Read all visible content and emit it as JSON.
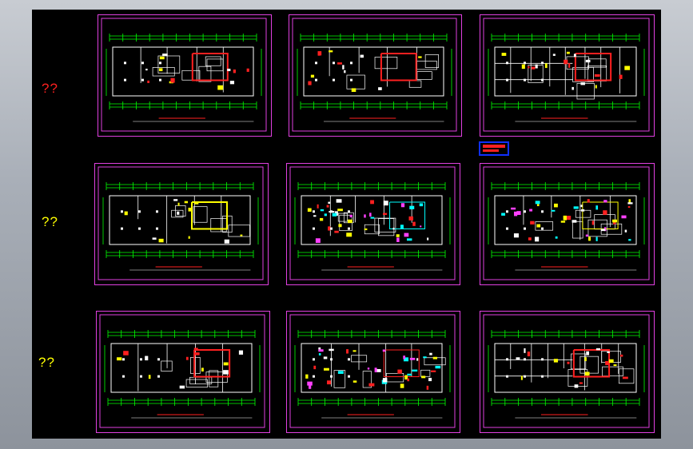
{
  "row_labels": [
    {
      "text": "??",
      "color": "#ff2020"
    },
    {
      "text": "??",
      "color": "#ffff00"
    },
    {
      "text": "??",
      "color": "#ffff00"
    }
  ],
  "sheets": [
    {
      "id": "r1c1",
      "style": "base",
      "accent": "#ff2020"
    },
    {
      "id": "r1c2",
      "style": "base",
      "accent": "#ff2020"
    },
    {
      "id": "r1c3",
      "style": "grid",
      "accent": "#ff2020"
    },
    {
      "id": "r2c1",
      "style": "base",
      "accent": "#ffff00"
    },
    {
      "id": "r2c2",
      "style": "dense",
      "accent": "#00ffff"
    },
    {
      "id": "r2c3",
      "style": "dense",
      "accent": "#ffff00"
    },
    {
      "id": "r3c1",
      "style": "base",
      "accent": "#ff2020"
    },
    {
      "id": "r3c2",
      "style": "dense",
      "accent": "#ff2020"
    },
    {
      "id": "r3c3",
      "style": "grid",
      "accent": "#ff2020"
    }
  ],
  "colors": {
    "frame": "#e040e0",
    "dimension": "#00ff00",
    "walls": "#ffffff",
    "background": "#000000",
    "legend_border": "#1030ff"
  }
}
